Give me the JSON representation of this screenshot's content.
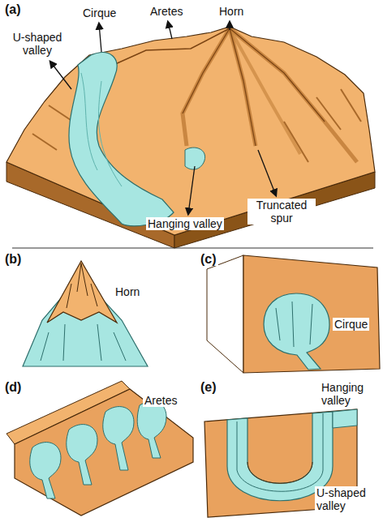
{
  "diagram": {
    "labels": [
      "(a)",
      "Cirque",
      "Aretes",
      "Horn",
      "U-shaped valley",
      "Hanging valley",
      "Truncated spur",
      "(b)",
      "Horn",
      "(c)",
      "Cirque",
      "(d)",
      "Aretes",
      "(e)",
      "Hanging valley",
      "U-shaped valley"
    ]
  }
}
